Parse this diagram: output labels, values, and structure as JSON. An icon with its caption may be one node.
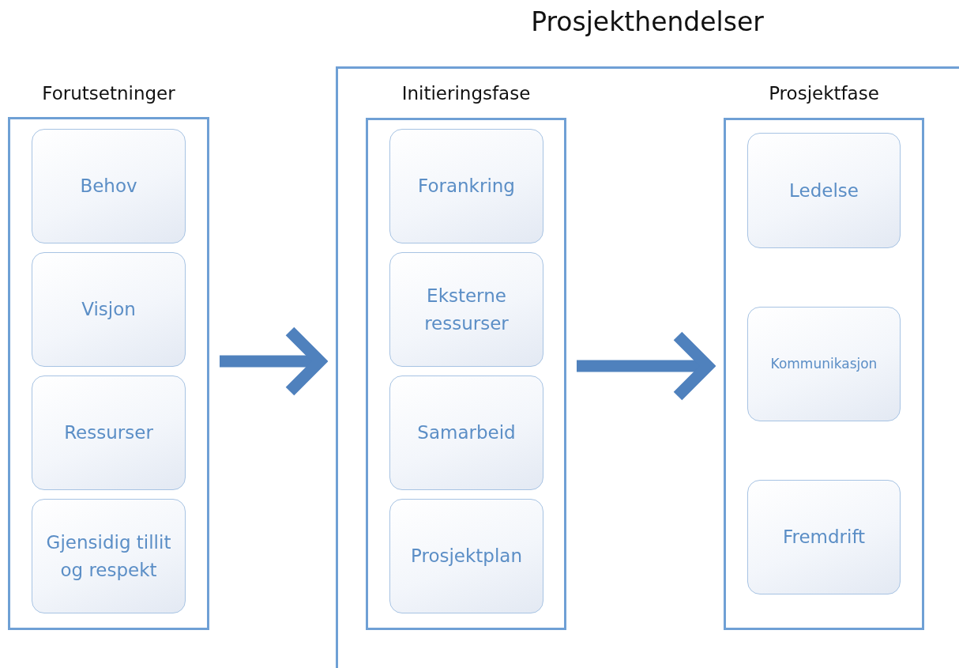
{
  "diagram": {
    "nodes": [
      {
        "text": [
          "Forutsetninger"
        ]
      },
      {
        "text": [
          "Behov"
        ],
        "in": 0
      },
      {
        "text": [
          "Visjon"
        ],
        "in": 0
      },
      {
        "text": [
          "Ressurser"
        ],
        "in": 0
      },
      {
        "text": [
          "Gjensidig tillit og respekt"
        ],
        "in": 0
      },
      {
        "text": [
          "Prosjekthendelser"
        ]
      },
      {
        "text": [
          "Initieringsfase"
        ],
        "in": 5
      },
      {
        "text": [
          "Forankring"
        ],
        "in": 6
      },
      {
        "text": [
          "Eksterne ressurser"
        ],
        "in": 6
      },
      {
        "text": [
          "Samarbeid"
        ],
        "in": 6
      },
      {
        "text": [
          "Prosjektplan"
        ],
        "in": 6
      },
      {
        "text": [
          "Prosjektfase"
        ],
        "in": 5
      },
      {
        "text": [
          "Ledelse"
        ],
        "in": 11
      },
      {
        "text": [
          "Kommunikasjon"
        ],
        "in": 11
      },
      {
        "text": [
          "Fremdrift"
        ],
        "in": 11
      }
    ],
    "edges": [
      {
        "from": 0,
        "to": 5,
        "arrow": "to"
      },
      {
        "from": 6,
        "to": 11,
        "arrow": "to"
      }
    ]
  }
}
